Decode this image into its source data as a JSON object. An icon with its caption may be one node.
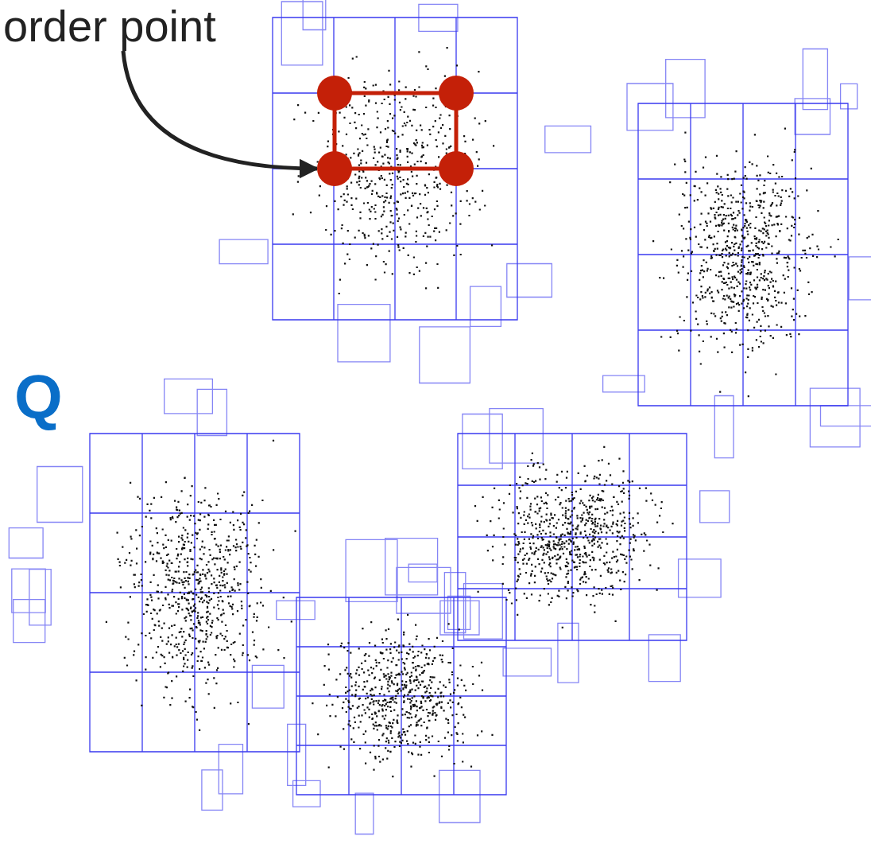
{
  "diagram": {
    "nodes": [
      {
        "text": [
          "order point"
        ]
      },
      {
        "text": [],
        "shape": "circle"
      }
    ],
    "edges": [
      {
        "from": 0,
        "to": 1,
        "arrow": "to"
      }
    ],
    "labels": [
      "Q"
    ]
  }
}
